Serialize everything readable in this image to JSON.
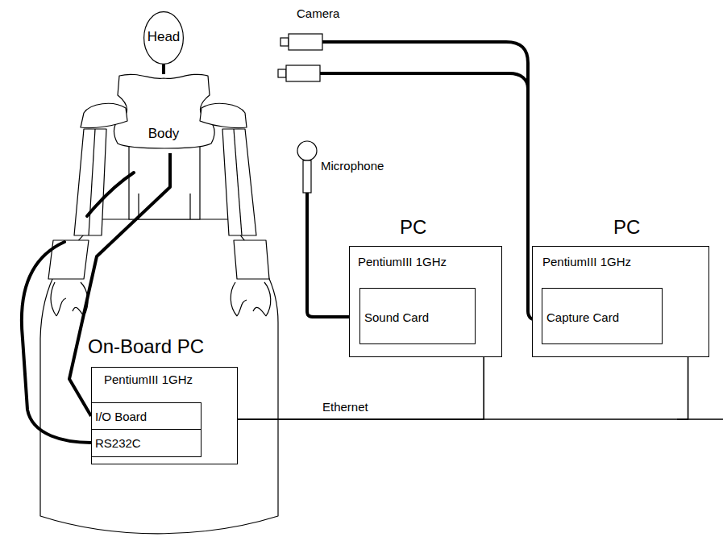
{
  "diagram": {
    "nodes": [
      {
        "text": [
          "Head"
        ]
      },
      {
        "text": [
          "Body"
        ]
      },
      {
        "text": [
          "On-Board PC",
          "PentiumIII 1GHz"
        ]
      },
      {
        "text": [
          "I/O Board"
        ],
        "in": 2
      },
      {
        "text": [
          "RS232C"
        ],
        "in": 2
      },
      {
        "text": [
          "PC",
          "PentiumIII 1GHz"
        ]
      },
      {
        "text": [
          "Sound Card"
        ],
        "in": 5
      },
      {
        "text": [
          "PC",
          "PentiumIII 1GHz"
        ]
      },
      {
        "text": [
          "Capture Card"
        ],
        "in": 7
      }
    ],
    "edges": [
      {
        "from": 0,
        "to": 1,
        "arrow": "none"
      },
      {
        "from": 1,
        "to": 3,
        "arrow": "none"
      },
      {
        "from": 2,
        "to": 5,
        "arrow": "none"
      },
      {
        "from": 2,
        "to": 7,
        "arrow": "none"
      }
    ],
    "labels": [
      "Camera",
      "Microphone",
      "Ethernet"
    ]
  }
}
